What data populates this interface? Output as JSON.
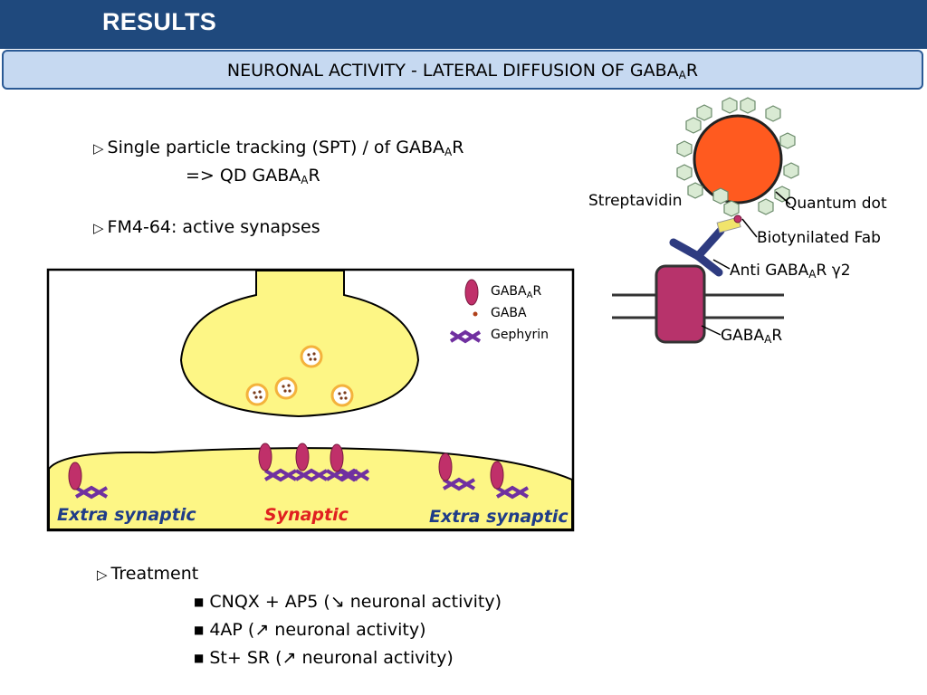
{
  "header": {
    "title": "RESULTS"
  },
  "subtitle": {
    "text": "NEURONAL ACTIVITY - LATERAL DIFFUSION OF GABA",
    "sub": "A",
    "tail": "R"
  },
  "bullets": {
    "spt": {
      "text": "Single particle tracking (SPT) / of GABA",
      "sub": "A",
      "tail": "R"
    },
    "qd": {
      "text": "=> QD GABA",
      "sub": "A",
      "tail": "R"
    },
    "fm": {
      "text": "FM4-64:  active synapses"
    },
    "treatment": {
      "text": "Treatment"
    },
    "treatment_items": [
      "CNQX + AP5 (↘ neuronal activity)",
      "4AP (↗ neuronal  activity)",
      "St+ SR (↗ neuronal  activity)"
    ]
  },
  "synapse_diagram": {
    "legend": {
      "receptor": {
        "text": "GABA",
        "sub": "A",
        "tail": "R"
      },
      "gaba": "GABA",
      "gephyrin": "Gephyrin"
    },
    "regions": {
      "left": "Extra synaptic",
      "center": "Synaptic",
      "right": "Extra synaptic"
    },
    "colors": {
      "terminal": "#fdf685",
      "receptor": "#c0306a",
      "gephyrin": "#7030a0",
      "vesicle": "#f4b23c",
      "synaptic_label": "#e02020",
      "extra_label": "#1f3c88"
    }
  },
  "qd_diagram": {
    "streptavidin": "Streptavidin",
    "quantum_dot": "Quantum dot",
    "fab": "Biotynilated Fab",
    "antibody": {
      "text": "Anti GABA",
      "sub": "A",
      "tail": "R γ2"
    },
    "receptor": {
      "text": "GABA",
      "sub": "A",
      "tail": "R"
    },
    "colors": {
      "quantum_dot": "#ff5a1f",
      "streptavidin": "#d9ead3",
      "fab": "#f1e46b",
      "antibody": "#2e3b80",
      "receptor": "#b7336b"
    }
  }
}
